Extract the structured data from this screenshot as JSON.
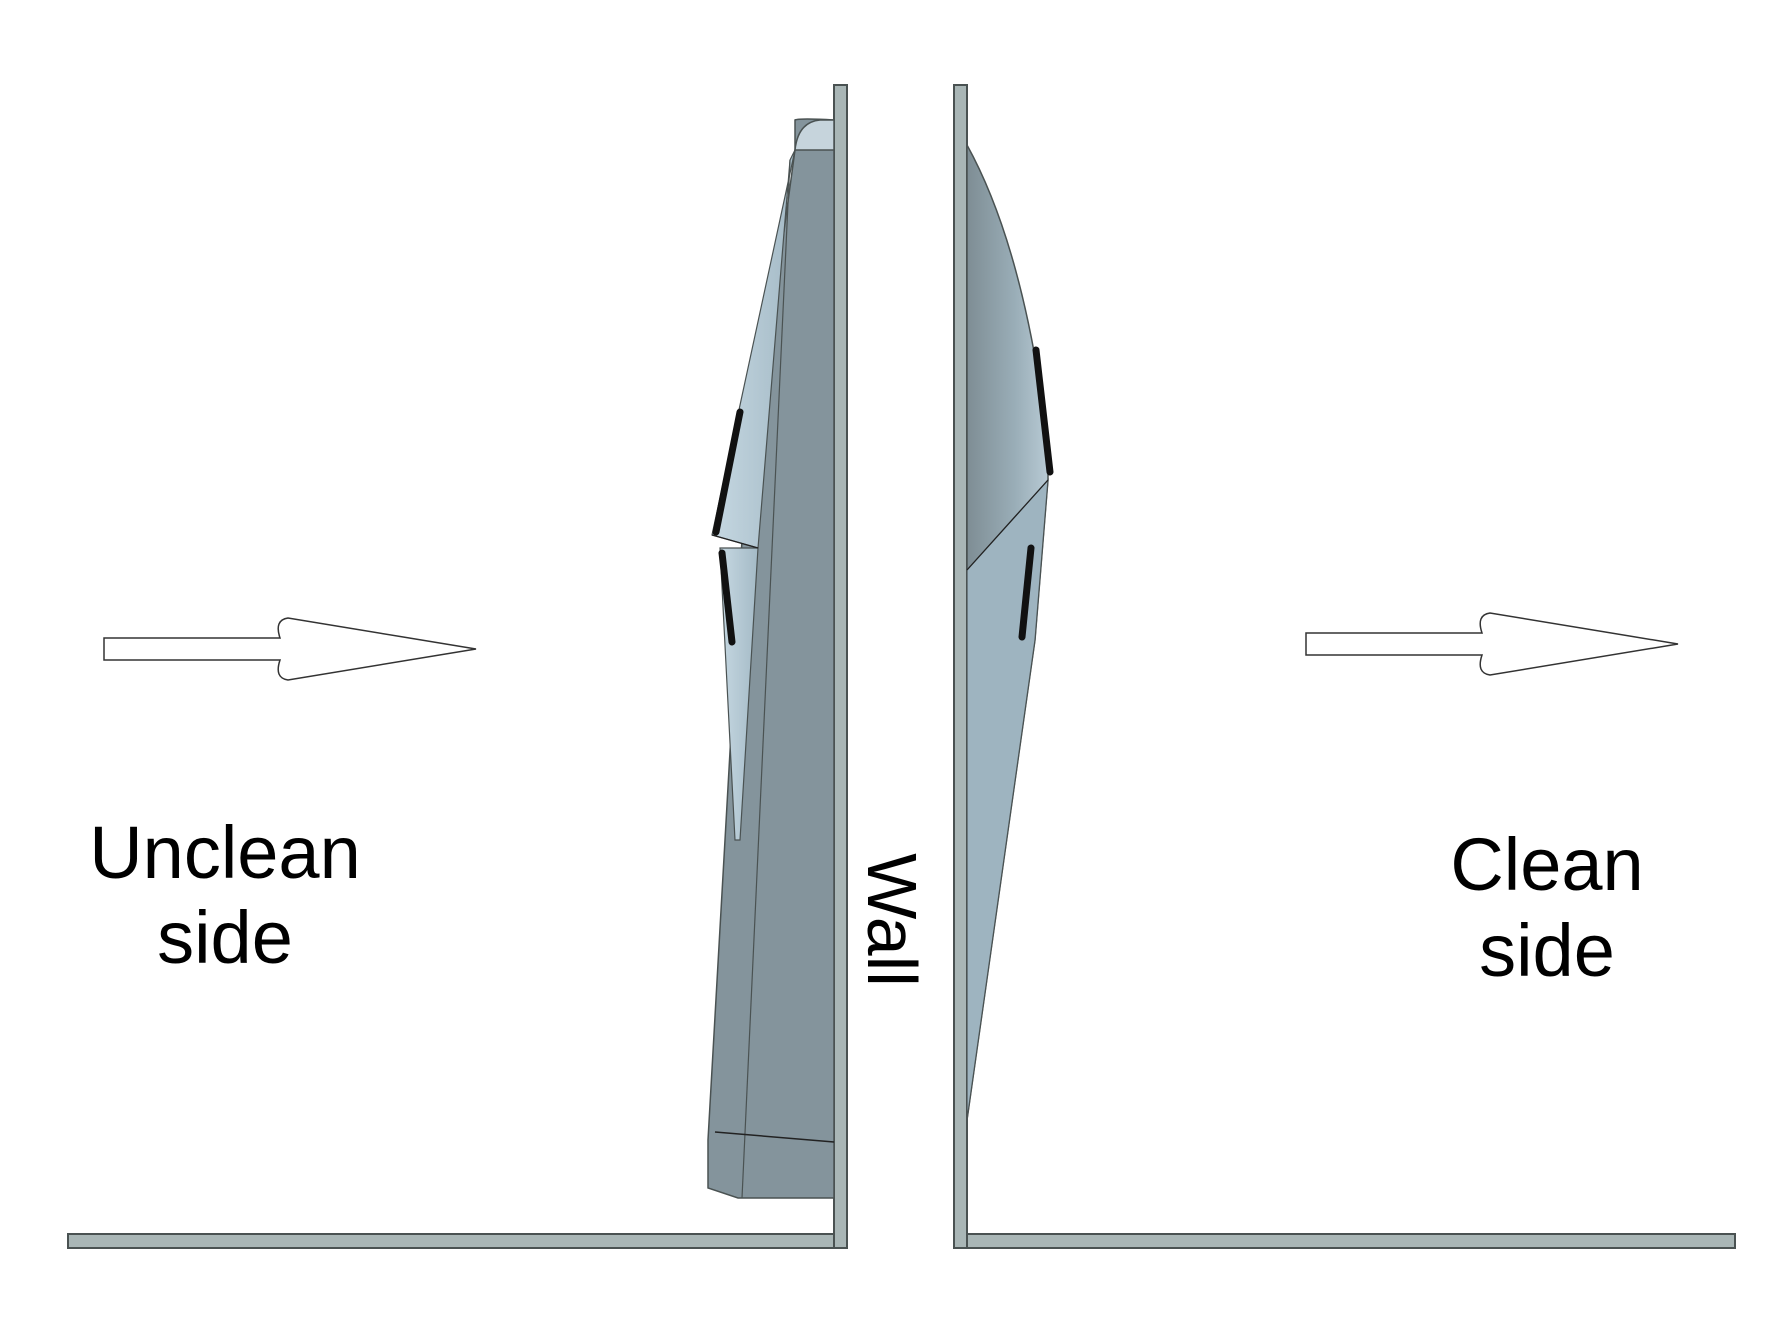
{
  "labels": {
    "unclean_line1": "Unclean",
    "unclean_line2": "side",
    "wall": "Wall",
    "clean_line1": "Clean",
    "clean_line2": "side"
  },
  "colors": {
    "wall_fill": "#a9b6b6",
    "wall_stroke": "#4a5252",
    "panel_dark": "#84949c",
    "panel_light": "#a8c0cc",
    "panel_highlight": "#c4d6e0",
    "seal": "#111111",
    "arrow_stroke": "#333333"
  },
  "icons": {
    "flow_arrow_left": "arrow-right-icon",
    "flow_arrow_right": "arrow-right-icon"
  }
}
